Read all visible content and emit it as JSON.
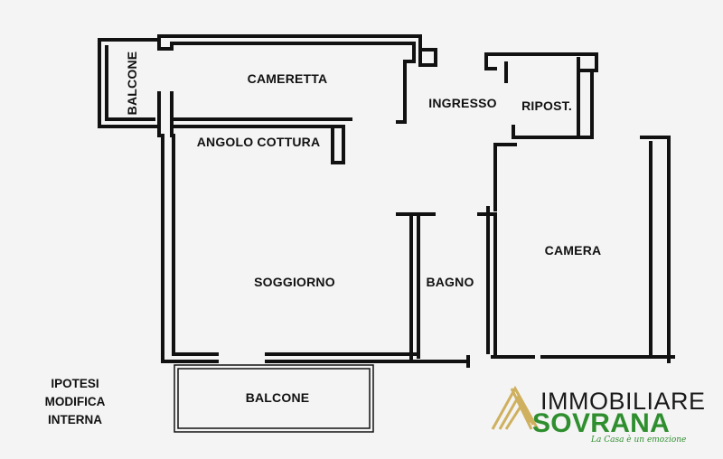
{
  "rooms": {
    "balcone_left": "BALCONE",
    "cameretta": "CAMERETTA",
    "ingresso": "INGRESSO",
    "ripostiglio": "RIPOST.",
    "angolo_cottura": "ANGOLO COTTURA",
    "camera": "CAMERA",
    "soggiorno": "SOGGIORNO",
    "bagno": "BAGNO",
    "balcone_bottom": "BALCONE"
  },
  "note": {
    "line1": "IPOTESI",
    "line2": "MODIFICA",
    "line3": "INTERNA"
  },
  "logo": {
    "word1": "IMMOBILIARE",
    "word2": "SOVRANA",
    "tagline": "La Casa è un emozione",
    "color_green": "#2f8f2f",
    "color_gold": "#c9a545"
  }
}
